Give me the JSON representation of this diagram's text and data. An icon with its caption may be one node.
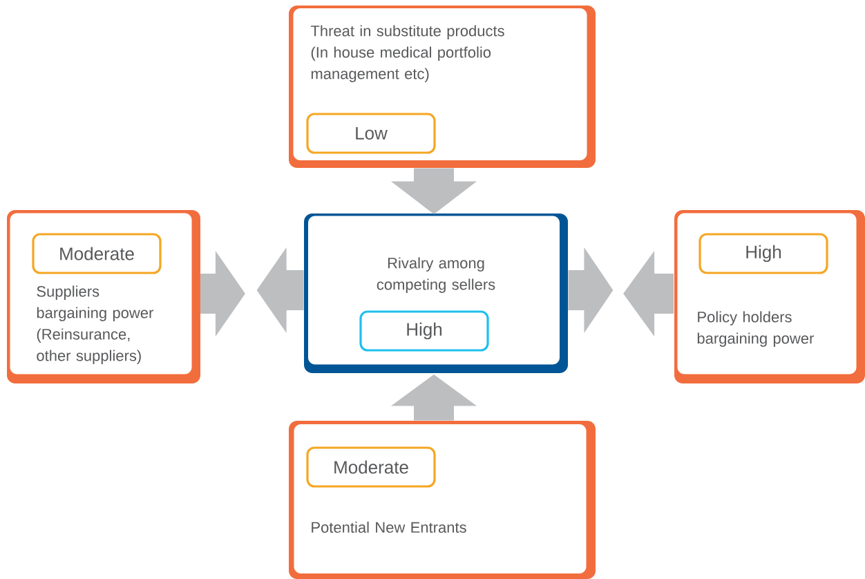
{
  "diagram": {
    "nodes": [
      {
        "text": [
          "Threat in substitute products (In house medical portfolio management etc)"
        ]
      },
      {
        "text": [
          "Low"
        ],
        "in": 0
      },
      {
        "text": [
          "Suppliers bargaining power (Reinsurance, other suppliers)"
        ]
      },
      {
        "text": [
          "Moderate"
        ],
        "in": 2
      },
      {
        "text": [
          "Rivalry among competing sellers"
        ]
      },
      {
        "text": [
          "High"
        ],
        "in": 4
      },
      {
        "text": [
          "Policy holders bargaining power"
        ]
      },
      {
        "text": [
          "High"
        ],
        "in": 6
      },
      {
        "text": [
          "Potential New Entrants"
        ]
      },
      {
        "text": [
          "Moderate"
        ],
        "in": 8
      }
    ],
    "edges": [
      {
        "from": 0,
        "to": 4,
        "arrow": "to"
      },
      {
        "from": 2,
        "to": null,
        "arrow": "to"
      },
      {
        "from": 4,
        "to": null,
        "arrow": "to"
      },
      {
        "from": 4,
        "to": null,
        "arrow": "to"
      },
      {
        "from": 6,
        "to": null,
        "arrow": "to"
      },
      {
        "from": 8,
        "to": 4,
        "arrow": "to"
      }
    ]
  }
}
